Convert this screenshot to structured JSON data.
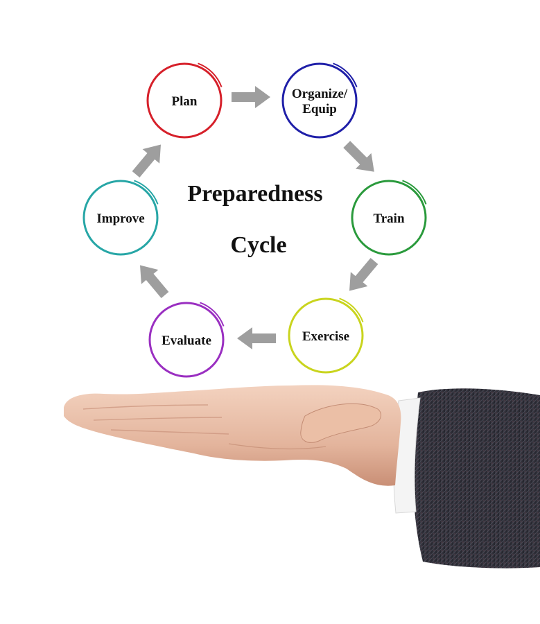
{
  "diagram": {
    "title_line1": "Preparedness",
    "title_line2": "Cycle",
    "nodes": [
      {
        "id": "plan",
        "lines": [
          "Plan"
        ],
        "color": "#d6202a"
      },
      {
        "id": "organize",
        "lines": [
          "Organize/",
          "Equip"
        ],
        "color": "#1f1fa8"
      },
      {
        "id": "train",
        "lines": [
          "Train"
        ],
        "color": "#2a9a3c"
      },
      {
        "id": "exercise",
        "lines": [
          "Exercise"
        ],
        "color": "#c9d41e"
      },
      {
        "id": "evaluate",
        "lines": [
          "Evaluate"
        ],
        "color": "#9a2fc1"
      },
      {
        "id": "improve",
        "lines": [
          "Improve"
        ],
        "color": "#27a6a6"
      }
    ],
    "arrow_color": "#9e9e9e"
  }
}
